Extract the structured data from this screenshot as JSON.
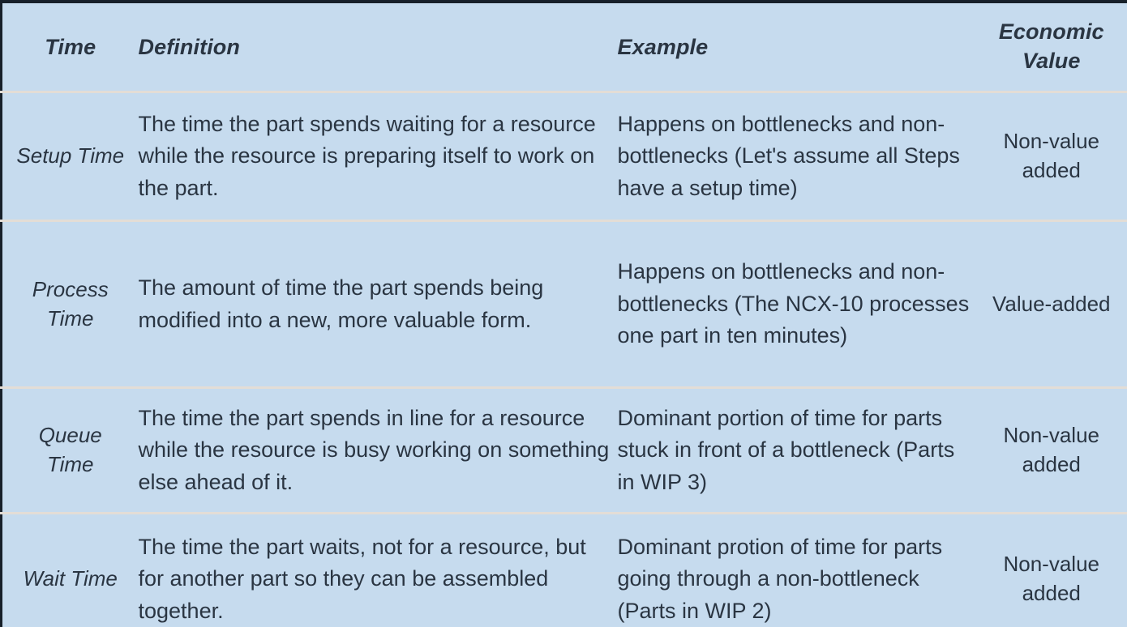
{
  "table": {
    "columns": [
      {
        "key": "time",
        "label": "Time",
        "align": "center"
      },
      {
        "key": "def",
        "label": "Definition",
        "align": "left"
      },
      {
        "key": "example",
        "label": "Example",
        "align": "left"
      },
      {
        "key": "econ",
        "label": "Economic Value",
        "align": "center"
      }
    ],
    "header": {
      "time": "Time",
      "definition": "Definition",
      "example": "Example",
      "economic_value_line1": "Economic",
      "economic_value_line2": "Value"
    },
    "rows": [
      {
        "time": "Setup Time",
        "definition": "The time the part spends waiting for a resource while the resource is preparing itself to work on the part.",
        "example": "Happens on bottlenecks and non-bottlenecks (Let's assume all Steps have a setup time)",
        "economic_value_line1": "Non-value",
        "economic_value_line2": "added"
      },
      {
        "time_line1": "Process",
        "time_line2": "Time",
        "time": "Process Time",
        "definition": "The amount of time the part spends being modified into a new, more valuable form.",
        "example": "Happens on bottlenecks and non-bottlenecks (The NCX-10 processes one part in ten minutes)",
        "economic_value_line1": "Value-added",
        "economic_value_line2": ""
      },
      {
        "time_line1": "Queue",
        "time_line2": "Time",
        "time": "Queue Time",
        "definition": "The time the part spends in line for a resource while the resource is busy working on something else ahead of it.",
        "example": "Dominant portion of time for parts stuck in front of a bottleneck (Parts in WIP 3)",
        "economic_value_line1": "Non-value",
        "economic_value_line2": "added"
      },
      {
        "time": "Wait Time",
        "definition": "The time the part waits, not for a resource, but for another part so they can be assembled together.",
        "example": "Dominant protion of time for parts going through a non-bottleneck (Parts in WIP 2)",
        "economic_value_line1": "Non-value",
        "economic_value_line2": "added"
      }
    ]
  },
  "colors": {
    "cell_background": "#c6dbee",
    "text": "#2a3542",
    "outer_border": "#17202a",
    "inner_divider": "#e3ddd6"
  }
}
